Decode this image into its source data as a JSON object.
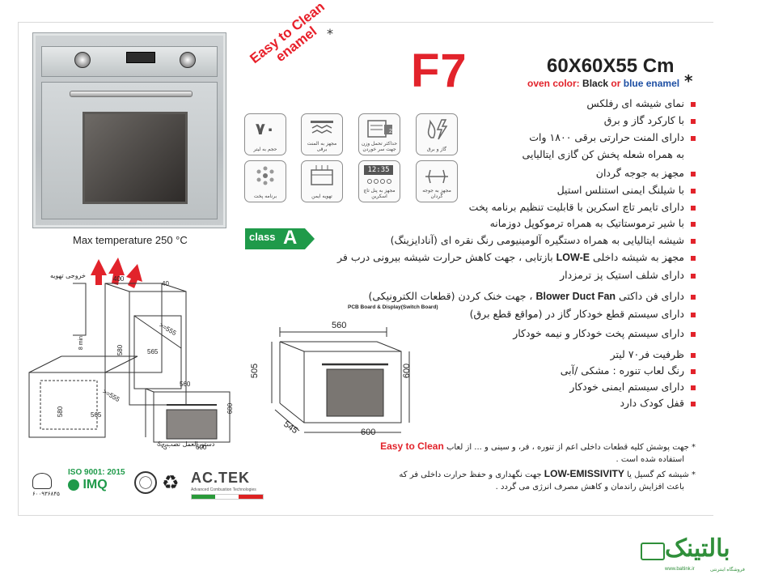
{
  "header": {
    "model": "F7",
    "dimensions": "60X60X55 Cm",
    "oven_color_prefix": "oven color:",
    "color_black": "Black",
    "color_or": "or",
    "color_blue": "blue enamel",
    "star": "*",
    "easy_to_clean_line1": "Easy to Clean",
    "easy_to_clean_line2": "enamel"
  },
  "photo": {
    "caption": "Max temperature 250 °C"
  },
  "energy_class": {
    "label": "class",
    "grade": "A",
    "color": "#1f9a4a"
  },
  "icons": [
    {
      "name": "volume-70-icon",
      "text": "۷۰",
      "caption": "حجم به لیتر"
    },
    {
      "name": "electric-element-icon",
      "caption": "مجهز به المنت برقی"
    },
    {
      "name": "weight-capacity-icon",
      "badge": "20",
      "caption": "حداکثر تحمل وزن جهت سر خوردن"
    },
    {
      "name": "gas-electric-icon",
      "caption": "گاز و برق"
    },
    {
      "name": "cooking-programs-icon",
      "caption": "برنامه پخت"
    },
    {
      "name": "ventilation-icon",
      "caption": "تهویه ایمن"
    },
    {
      "name": "touch-timer-icon",
      "display": "12:35",
      "caption": "مجهز به پنل تاچ اسکرین"
    },
    {
      "name": "rotisserie-icon",
      "caption": "مجهز به جوجه گردان"
    }
  ],
  "features": [
    {
      "text": "نمای شیشه ای رفلکس"
    },
    {
      "text": "با کارکرد گاز و برق"
    },
    {
      "text": "دارای المنت حرارتی برقی ۱۸۰۰ وات"
    },
    {
      "text": "به همراه شعله پخش کن گازی ایتالیایی",
      "nobullet": true
    },
    {
      "text": "مجهز به جوجه گردان"
    },
    {
      "text": "با شیلنگ ایمنی استنلس استیل"
    },
    {
      "text": "دارای تایمر تاچ اسکرین  با قابلیت تنظیم برنامه پخت"
    },
    {
      "text": "با شیر ترموستاتیک به همراه ترموکوپل دوزمانه"
    },
    {
      "text": "شیشه ایتالیایی به همراه دستگیره آلومینیومی رنگ نقره ای (آنادایزینگ)"
    },
    {
      "pre": "مجهز به شیشه داخلی",
      "bold": "LOW-E",
      "post": " بازتابی ، جهت کاهش حرارت شیشه بیرونی درب فر"
    },
    {
      "text": "دارای شلف استیک پز ترمزدار"
    },
    {
      "pre": "دارای فن داکتی ",
      "bold": "Blower Duct Fan",
      "post": " ، جهت خنک کردن (قطعات الکترونیکی)"
    },
    {
      "text": "دارای سیستم قطع خودکار گاز در (مواقع قطع برق)"
    },
    {
      "text": "دارای سیستم پخت خودکار و نیمه خودکار"
    },
    {
      "text": "ظرفیت فر۷۰ لیتر"
    },
    {
      "text": "رنگ لعاب تنوره :  مشکی /آبی"
    },
    {
      "text": "دارای سیستم ایمنی خودکار"
    },
    {
      "text": "قفل کودک دارد"
    }
  ],
  "pcb_label": "PCB Board & Display(Switch Board)",
  "notes": [
    {
      "star": "*",
      "pre": "جهت پوشش کلیه قطعات داخلی اعم از تنوره ، فر، و سینی و ... از لعاب ",
      "bold": "Easy to Clean"
    },
    {
      "text": "استفاده شده است ."
    },
    {
      "star": "*",
      "pre": "شیشه کم گسیل یا ",
      "bold": "LOW-EMISSIVITY",
      "post": " جهت نگهداری و حفظ حرارت داخلی فر که"
    },
    {
      "text": "باعث افزایش راندمان و کاهش  مصرف انرژی می گردد ."
    }
  ],
  "diagram": {
    "exhaust_label": "خروجی تهویه",
    "install_label": "دستورالعمل نصب",
    "d400": "400",
    "d40": "40",
    "d555a": ">=555",
    "d580a": "580",
    "d565a": "565",
    "d8": "8 min",
    "d555b": ">=555",
    "d580b": "580",
    "d565b": "565",
    "s560": "560",
    "s600": "600",
    "s545": "545",
    "s600w": "600",
    "b560": "560",
    "b505": "505",
    "b600": "600",
    "b545": "545",
    "b600w": "600"
  },
  "certifications": {
    "iso": "ISO 9001: 2015",
    "imq": "IMQ",
    "standard_number": "۶۰۰۹۳۶۸۴۵",
    "actek": "AC.TEK",
    "actek_sub": "Advanced Combustion Technologies"
  },
  "shop": {
    "name": "بالتینک",
    "tagline": "فروشگاه اینترنتی",
    "url": "www.baltink.ir"
  }
}
